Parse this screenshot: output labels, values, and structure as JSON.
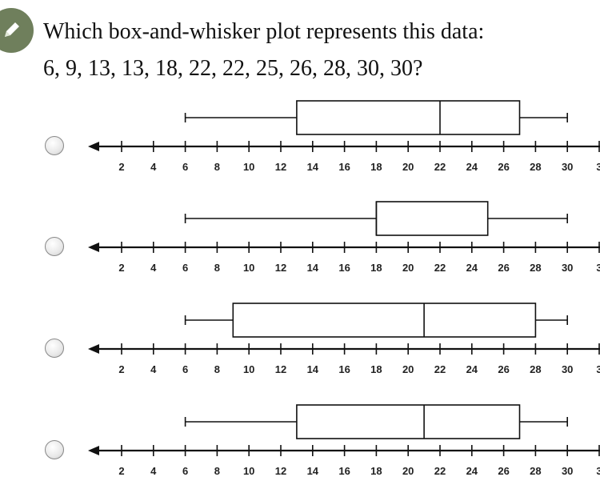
{
  "question": {
    "prompt": "Which box-and-whisker plot represents this data:",
    "data_line": "6, 9, 13, 13, 18, 22, 22, 25, 26, 28, 30, 30?"
  },
  "icons": {
    "badge": "pencil-icon"
  },
  "axis": {
    "tick_labels": [
      "2",
      "4",
      "6",
      "8",
      "10",
      "12",
      "14",
      "16",
      "18",
      "20",
      "22",
      "24",
      "26",
      "28",
      "30",
      "3"
    ],
    "min": 2,
    "max": 32,
    "step": 2
  },
  "chart_data": [
    {
      "type": "box",
      "min": 6,
      "q1": 13,
      "median": 22,
      "q3": 27,
      "max": 30
    },
    {
      "type": "box",
      "min": 6,
      "q1": 18,
      "median": 18,
      "q3": 25,
      "max": 30
    },
    {
      "type": "box",
      "min": 6,
      "q1": 9,
      "median": 21,
      "q3": 28,
      "max": 30
    },
    {
      "type": "box",
      "min": 6,
      "q1": 13,
      "median": 21,
      "q3": 27,
      "max": 30
    }
  ],
  "colors": {
    "badge": "#6f7f5c",
    "ink": "#111111"
  }
}
